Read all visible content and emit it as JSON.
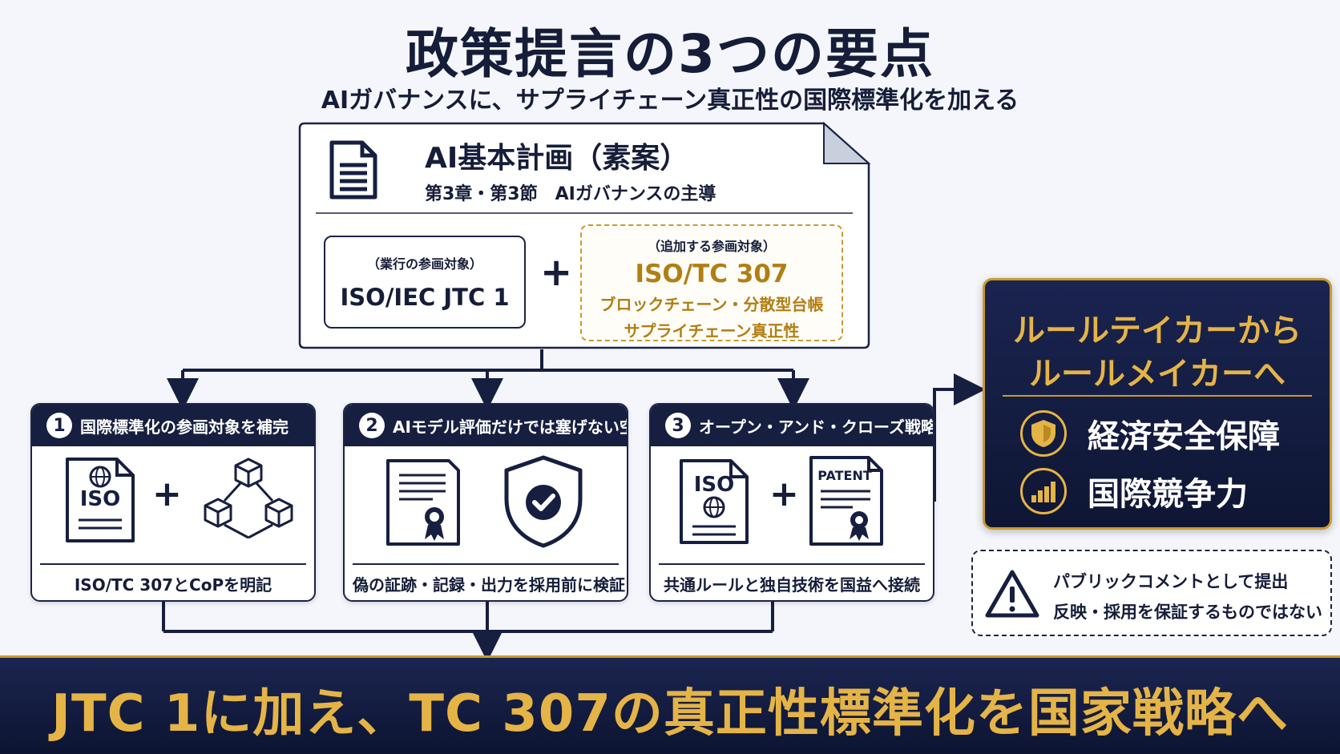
{
  "header": {
    "title": "政策提言の3つの要点",
    "subtitle": "AIガバナンスに、サプライチェーン真正性の国際標準化を加える"
  },
  "plan_doc": {
    "title": "AI基本計画（素案）",
    "section": "第3章・第3節　AIガバナンスの主導",
    "current": {
      "caption": "（業行の参画対象）",
      "name": "ISO/IEC JTC 1"
    },
    "plus": "+",
    "additional": {
      "caption": "（追加する参画対象）",
      "name": "ISO/TC 307",
      "line1": "ブロックチェーン・分散型台帳",
      "line2": "サプライチェーン真正性"
    }
  },
  "cards": [
    {
      "number": "1",
      "title": "国際標準化の参画対象を補完",
      "footer": "ISO/TC 307とCoPを明記",
      "icons": [
        "iso-document-icon",
        "blockchain-cubes-icon"
      ],
      "iso_label": "ISO",
      "plus": "+"
    },
    {
      "number": "2",
      "title": "AIモデル評価だけでは塞げない空白",
      "footer": "偽の証跡・記録・出力を採用前に検証",
      "icons": [
        "certificate-icon",
        "shield-check-icon"
      ]
    },
    {
      "number": "3",
      "title": "オープン・アンド・クローズ戦略",
      "footer": "共通ルールと独自技術を国益へ接続",
      "icons": [
        "iso-document-icon",
        "patent-document-icon"
      ],
      "iso_label": "ISO",
      "patent_label": "PATENT",
      "plus": "+"
    }
  ],
  "goal": {
    "line1": "ルールテイカーから",
    "line2": "ルールメイカーへ",
    "items": [
      {
        "label": "経済安全保障",
        "icon": "shield-icon"
      },
      {
        "label": "国際競争力",
        "icon": "bar-chart-icon"
      }
    ]
  },
  "notice": {
    "line1": "パブリックコメントとして提出",
    "line2": "反映・採用を保証するものではない",
    "icon": "warning-icon"
  },
  "banner": {
    "text": "JTC 1に加え、TC 307の真正性標準化を国家戦略へ"
  },
  "colors": {
    "navy": "#161f40",
    "gold": "#c99a2e",
    "gold_text": "#e5b447",
    "background": "#f4f6fb"
  }
}
